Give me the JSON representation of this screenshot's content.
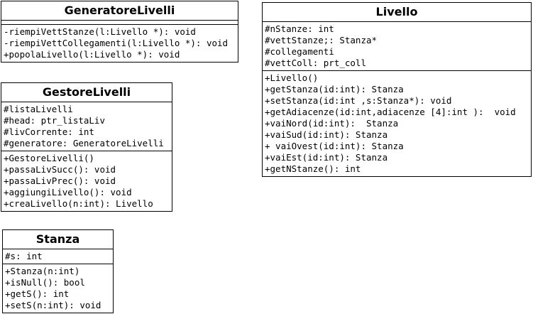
{
  "classes": {
    "generatore_livelli": {
      "name": "GeneratoreLivelli",
      "attributes": [],
      "operations": [
        "-riempiVettStanze(l:Livello *): void",
        "-riempiVettCollegamenti(l:Livello *): void",
        "+popolaLivello(l:Livello *): void"
      ]
    },
    "gestore_livelli": {
      "name": "GestoreLivelli",
      "attributes": [
        "#listaLivelli",
        "#head: ptr_listaLiv",
        "#livCorrente: int",
        "#generatore: GeneratoreLivelli"
      ],
      "operations": [
        "+GestoreLivelli()",
        "+passaLivSucc(): void",
        "+passaLivPrec(): void",
        "+aggiungiLivello(): void",
        "+creaLivello(n:int): Livello"
      ]
    },
    "stanza": {
      "name": "Stanza",
      "attributes": [
        "#s: int"
      ],
      "operations": [
        "+Stanza(n:int)",
        "+isNull(): bool",
        "+getS(): int",
        "+setS(n:int): void"
      ]
    },
    "livello": {
      "name": "Livello",
      "attributes": [
        "#nStanze: int",
        "#vettStanze;: Stanza*",
        "#collegamenti",
        "#vettColl: prt_coll"
      ],
      "operations": [
        "+Livello()",
        "+getStanza(id:int): Stanza",
        "+setStanza(id:int ,s:Stanza*): void",
        "+getAdiacenze(id:int,adiacenze [4]:int ):  void",
        "+vaiNord(id:int):  Stanza",
        "+vaiSud(id:int): Stanza",
        "+ vaiOvest(id:int): Stanza",
        "+vaiEst(id:int): Stanza",
        "+getNStanze(): int"
      ]
    }
  }
}
